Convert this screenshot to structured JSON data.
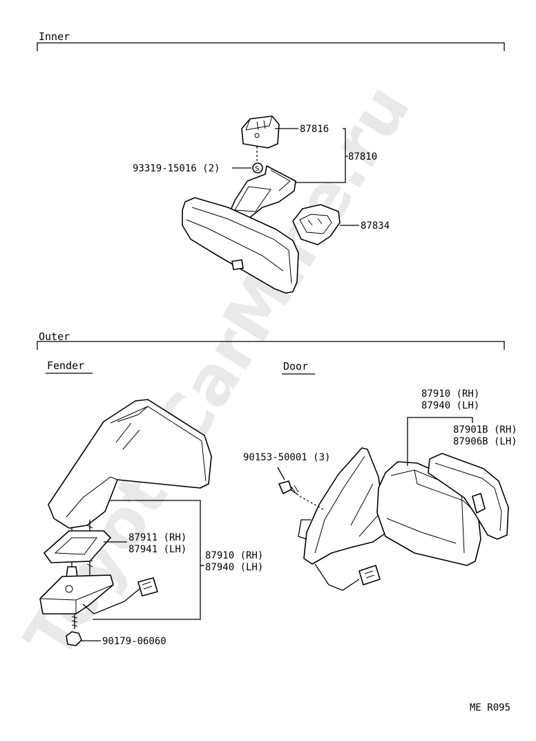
{
  "sections": {
    "inner": "Inner",
    "outer": "Outer",
    "fender": "Fender",
    "door": "Door"
  },
  "watermark": "ToyotaCarMine.ru",
  "parts": {
    "p87816": "87816",
    "p87810": "87810",
    "p93319": "93319-15016 (2)",
    "p87834": "87834",
    "p87911": "87911 (RH)",
    "p87941": "87941 (LH)",
    "p87910f": "87910 (RH)",
    "p87940f": "87940 (LH)",
    "p90179": "90179-06060",
    "p87910d": "87910 (RH)",
    "p87940d": "87940 (LH)",
    "p90153": "90153-50001 (3)",
    "p87901b": "87901B (RH)",
    "p87906b": "87906B (LH)"
  },
  "footer": {
    "code": "ME  R095"
  },
  "colors": {
    "ink": "#000000",
    "watermark": "#e9e9e9"
  }
}
